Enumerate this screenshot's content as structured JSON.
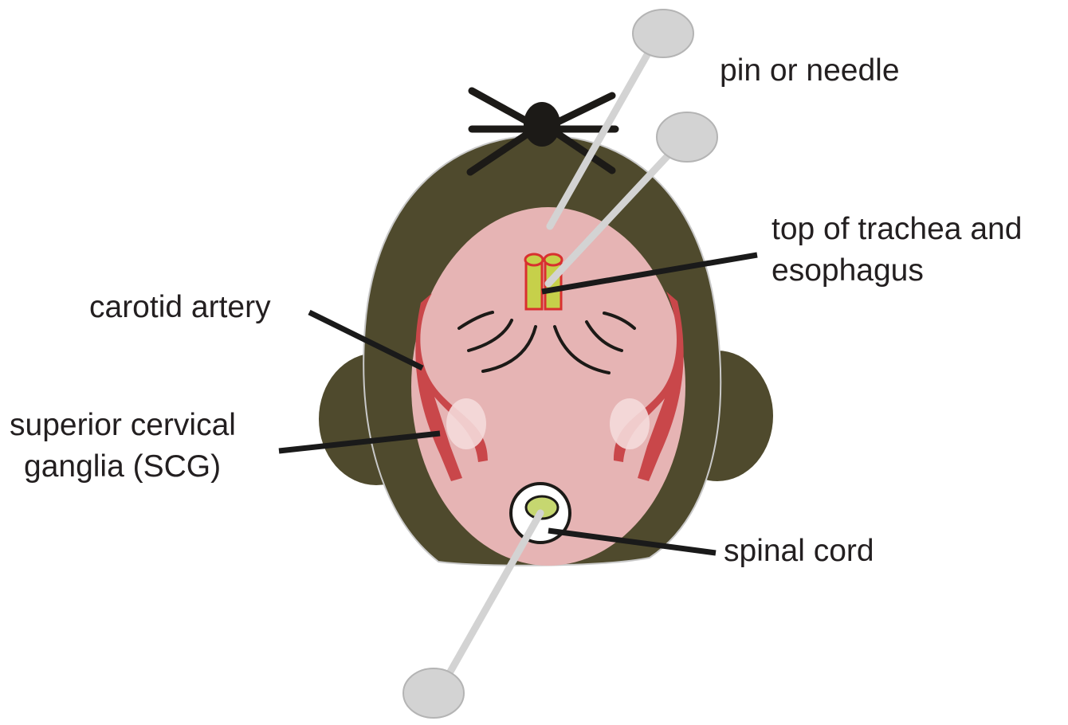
{
  "labels": {
    "pin": "pin or needle",
    "trachea_line1": "top of trachea and",
    "trachea_line2": "esophagus",
    "carotid": "carotid artery",
    "scg_line1": "superior cervical",
    "scg_line2": "ganglia (SCG)",
    "spinal": "spinal cord"
  },
  "colors": {
    "fur": "#4f4a2d",
    "tissue": "#e6b4b4",
    "artery": "#c9474a",
    "ganglia": "#f4dada",
    "pin": "#d3d3d3",
    "pin_edge": "#b4b4b4",
    "trachea": "#c6d04a",
    "cord": "#c6d770",
    "leader": "#1a1a1a"
  }
}
